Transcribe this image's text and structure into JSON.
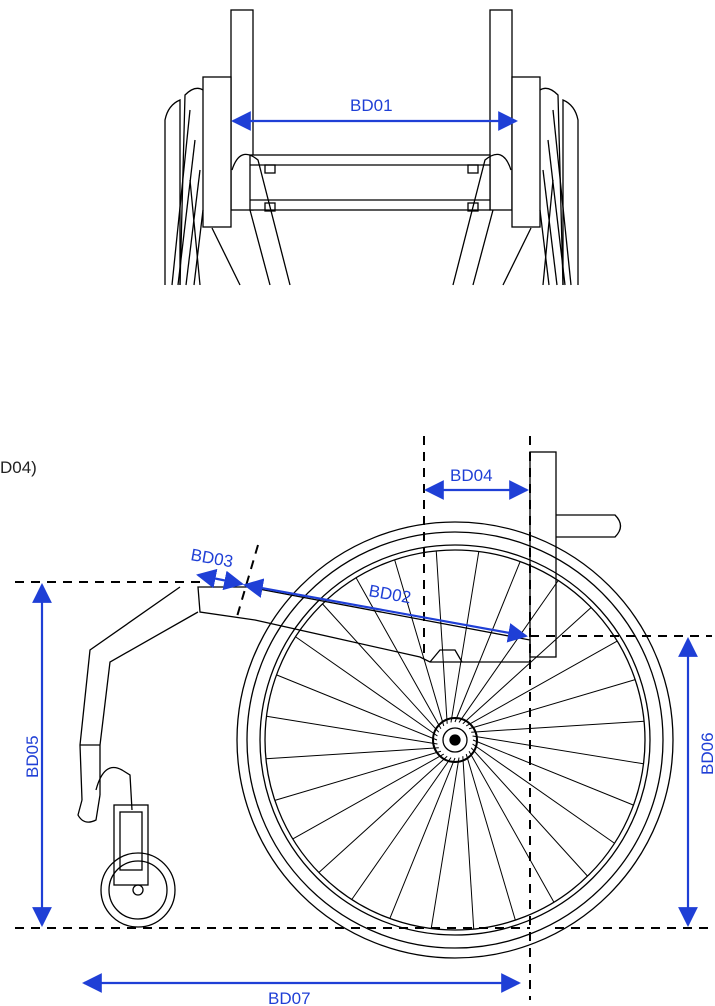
{
  "labels": {
    "bd01": "BD01",
    "bd02": "BD02",
    "bd03": "BD03",
    "bd04": "BD04",
    "bd05": "BD05",
    "bd06": "BD06",
    "bd07": "BD07"
  },
  "side_note": "D04)",
  "colors": {
    "dimension": "#1f3fd6",
    "line": "#000000"
  }
}
